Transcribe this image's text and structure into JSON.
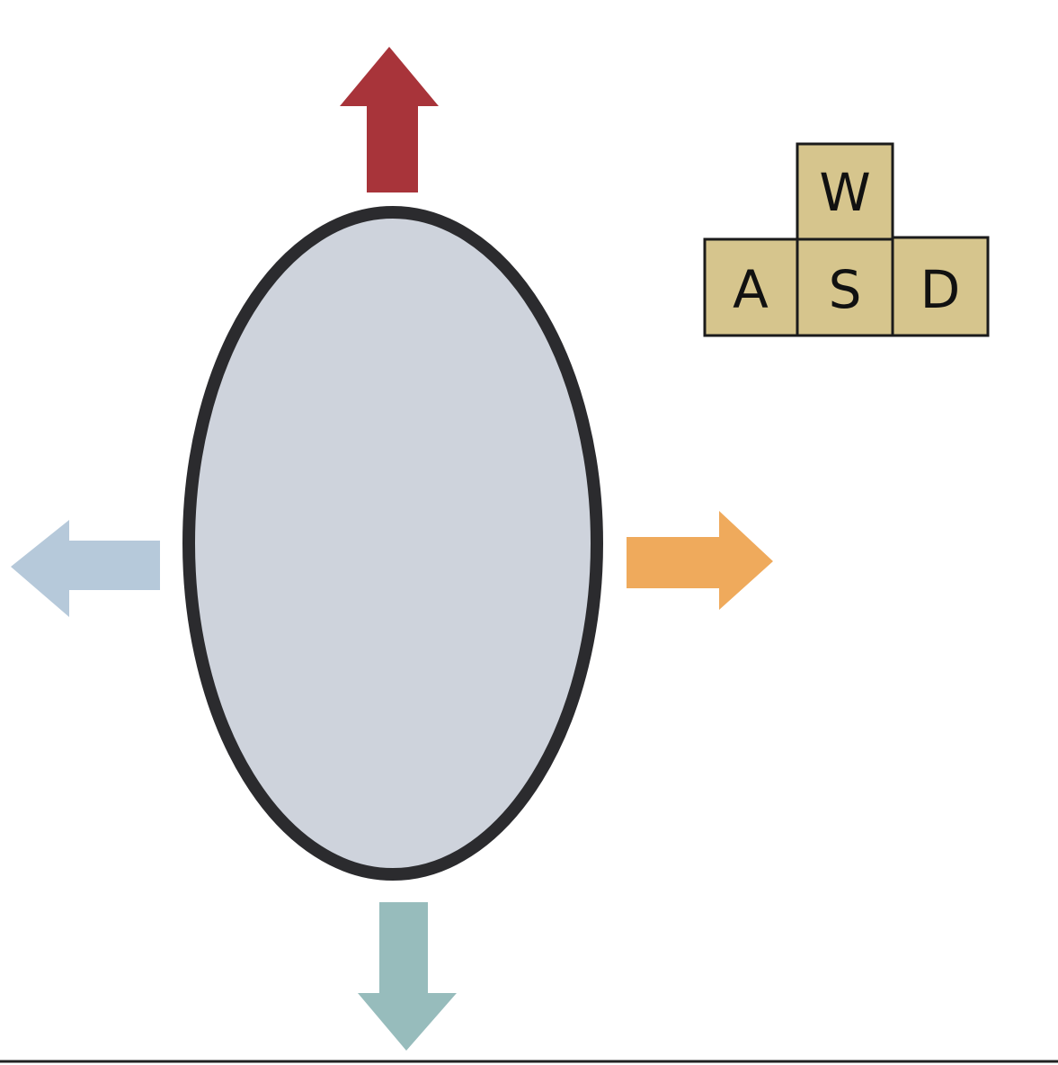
{
  "diagram": {
    "body": {
      "fill_color": "#ced3dc",
      "outline_color": "#2b2b2e"
    },
    "arrows": {
      "up": {
        "direction": "up",
        "color": "#a8343a"
      },
      "down": {
        "direction": "down",
        "color": "#97bcbc"
      },
      "left": {
        "direction": "left",
        "color": "#b6c9da"
      },
      "right": {
        "direction": "right",
        "color": "#efaa5c"
      }
    },
    "keys": {
      "fill_color": "#d6c58d",
      "border_color": "#1b1b1b",
      "w": {
        "label": "W"
      },
      "a": {
        "label": "A"
      },
      "s": {
        "label": "S"
      },
      "d": {
        "label": "D"
      }
    }
  }
}
